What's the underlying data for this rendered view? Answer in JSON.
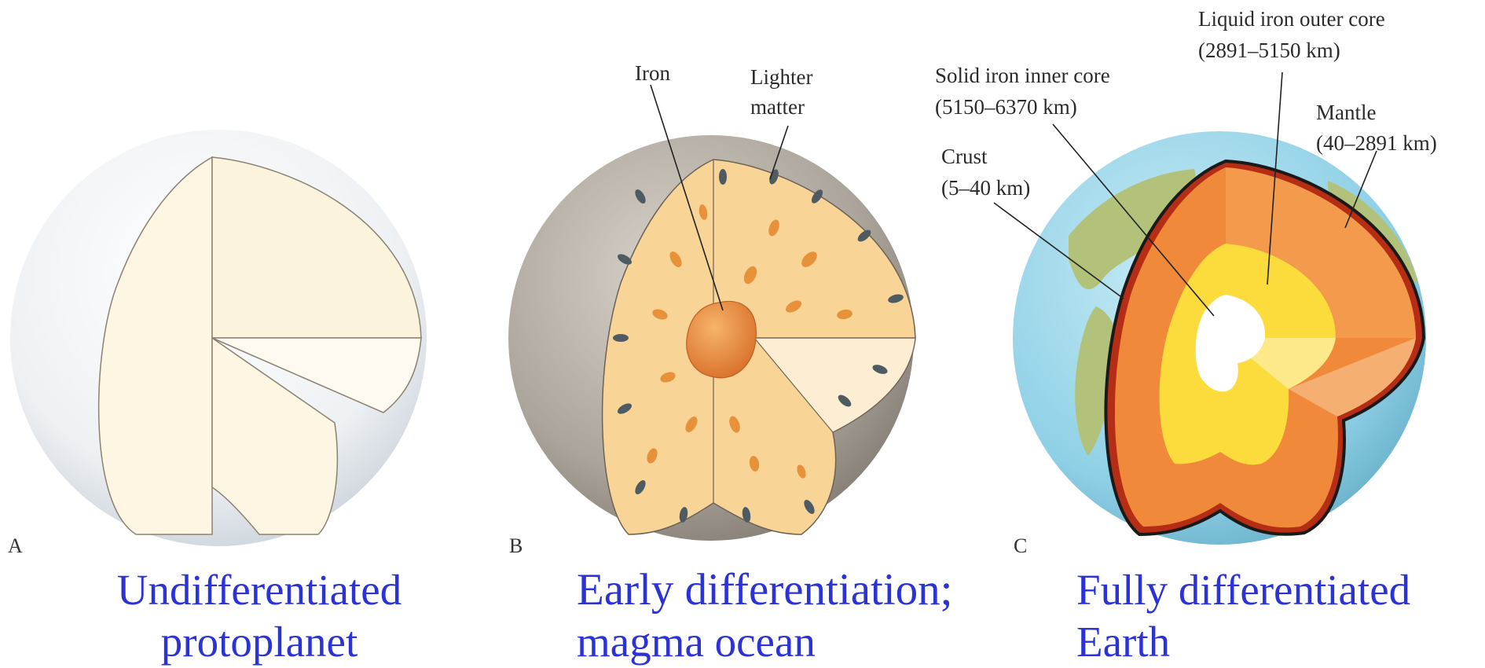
{
  "panels": [
    {
      "letter": "A",
      "caption": [
        "Undifferentiated",
        "protoplanet"
      ],
      "labels": []
    },
    {
      "letter": "B",
      "caption": [
        "Early differentiation;",
        "magma ocean"
      ],
      "labels": [
        {
          "id": "iron",
          "lines": [
            "Iron"
          ]
        },
        {
          "id": "lighter",
          "lines": [
            "Lighter",
            "matter"
          ]
        }
      ]
    },
    {
      "letter": "C",
      "caption": [
        "Fully differentiated",
        "Earth"
      ],
      "labels": [
        {
          "id": "outer-core",
          "lines": [
            "Liquid iron outer core",
            "(2891–5150 km)"
          ]
        },
        {
          "id": "inner-core",
          "lines": [
            "Solid iron inner core",
            "(5150–6370 km)"
          ]
        },
        {
          "id": "mantle",
          "lines": [
            "Mantle",
            "(40–2891 km)"
          ]
        },
        {
          "id": "crust",
          "lines": [
            "Crust",
            "(5–40 km)"
          ]
        }
      ]
    }
  ],
  "colors": {
    "caption": "#2b33d6",
    "protoplanet_cut": "#fdf6e3",
    "magma": "#f8d596",
    "iron_blob": "#e88f3a",
    "crust": "#b42d14",
    "mantle": "#f08a3a",
    "outer_core": "#fbdc3c",
    "inner_core": "#ffffff",
    "ocean": "#8fd0e6",
    "land": "#b3c27a"
  }
}
